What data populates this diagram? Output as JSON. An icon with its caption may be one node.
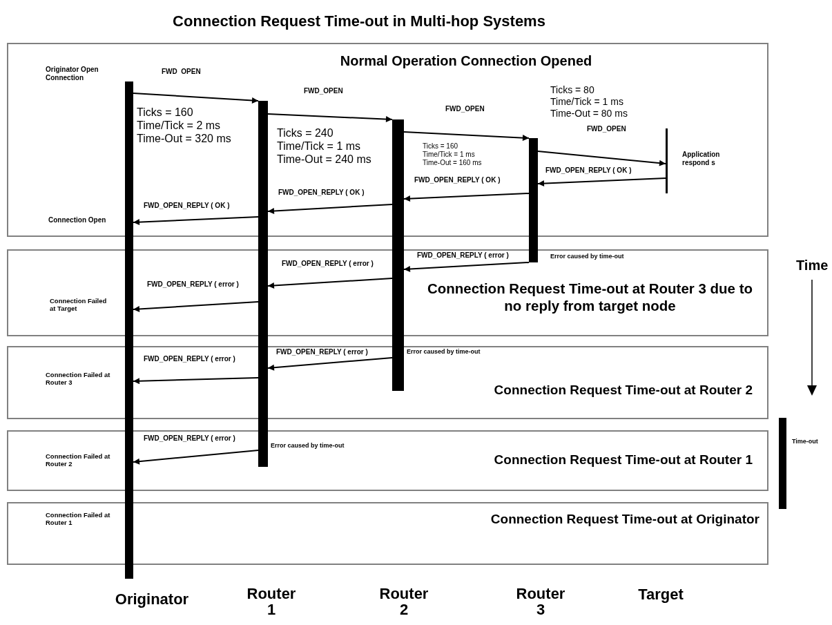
{
  "diagram": {
    "title": "Connection Request Time-out in Multi-hop Systems",
    "nodes": [
      {
        "text": [],
        "shape": "bar"
      },
      {
        "text": [],
        "shape": "bar"
      },
      {
        "text": [],
        "shape": "bar"
      },
      {
        "text": [],
        "shape": "bar"
      },
      {
        "text": [],
        "shape": "bar",
        "beside": [
          "Application respond s"
        ]
      },
      {
        "text": [],
        "shape": "bar",
        "beside": [
          "Time-out"
        ]
      }
    ],
    "edges": [
      {
        "from": 0,
        "to": 1,
        "arrow": "to",
        "label": "FWD  OPEN"
      },
      {
        "from": 1,
        "to": 2,
        "arrow": "to",
        "label": "FWD_OPEN"
      },
      {
        "from": 2,
        "to": 3,
        "arrow": "to",
        "label": "FWD_OPEN"
      },
      {
        "from": 3,
        "to": 4,
        "arrow": "to",
        "label": "FWD_OPEN"
      },
      {
        "from": 4,
        "to": 3,
        "arrow": "to",
        "label": "FWD_OPEN_REPLY ( OK )"
      },
      {
        "from": 3,
        "to": 2,
        "arrow": "to",
        "label": "FWD_OPEN_REPLY ( OK )"
      },
      {
        "from": 2,
        "to": 1,
        "arrow": "to",
        "label": "FWD_OPEN_REPLY ( OK )"
      },
      {
        "from": 1,
        "to": 0,
        "arrow": "to",
        "label": "FWD_OPEN_REPLY ( OK )"
      },
      {
        "from": 3,
        "to": 2,
        "arrow": "to",
        "label": "FWD_OPEN_REPLY ( error )"
      },
      {
        "from": 2,
        "to": 1,
        "arrow": "to",
        "label": "FWD_OPEN_REPLY ( error )"
      },
      {
        "from": 1,
        "to": 0,
        "arrow": "to",
        "label": "FWD_OPEN_REPLY ( error )"
      },
      {
        "from": 2,
        "to": 1,
        "arrow": "to",
        "label": "FWD_OPEN_REPLY ( error )"
      },
      {
        "from": 1,
        "to": 0,
        "arrow": "to",
        "label": "FWD_OPEN_REPLY ( error )"
      },
      {
        "from": 1,
        "to": 0,
        "arrow": "to",
        "label": "FWD_OPEN_REPLY ( error )"
      }
    ],
    "labels": [
      "Originator Open Connection",
      "Normal Operation Connection Opened",
      "Ticks = 80 Time/Tick = 1 ms Time-Out = 80 ms",
      "Ticks = 160 Time/Tick = 2 ms Time-Out = 320 ms",
      "Ticks = 240 Time/Tick = 1 ms Time-Out = 240 ms",
      "Ticks = 160 Time/Tick = 1 ms Time-Out = 160 ms",
      "Connection Open",
      "Error caused by time-out",
      "Time",
      "Connection Request Time-out at Router 3 due to no reply from target node",
      "Connection Failed at Target",
      "Error caused by time-out",
      "Connection Failed at Router 3",
      "Connection Request Time-out at Router 2",
      "Error caused by time-out",
      "Connection Failed at Router 2",
      "Connection Request Time-out at Router 1",
      "Connection Failed at Router 1",
      "Connection Request Time-out at Originator",
      "Originator",
      "Router 1",
      "Router 2",
      "Router 3",
      "Target"
    ]
  }
}
